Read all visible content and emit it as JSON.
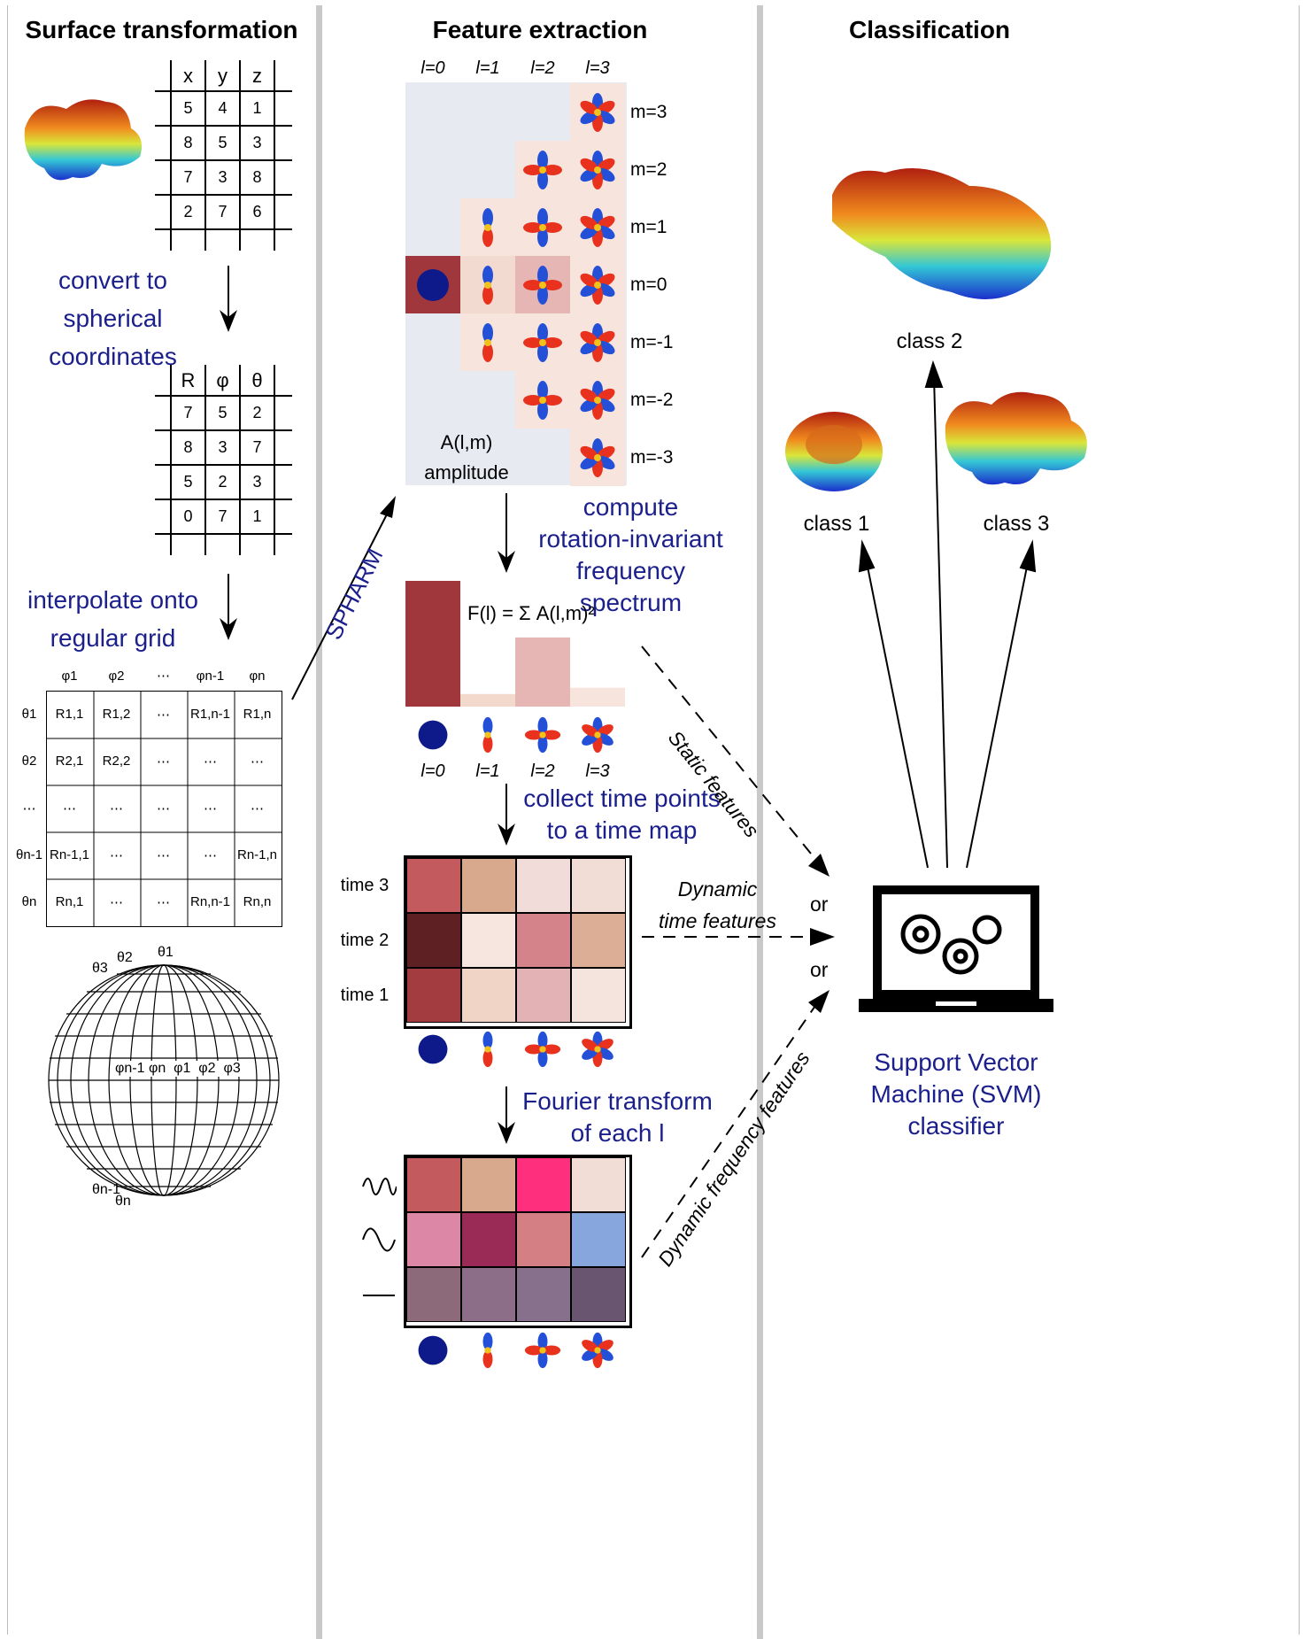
{
  "titles": {
    "surface": "Surface transformation",
    "feature": "Feature extraction",
    "classification": "Classification"
  },
  "surface": {
    "xyz_headers": [
      "x",
      "y",
      "z"
    ],
    "xyz_rows": [
      [
        "5",
        "4",
        "1"
      ],
      [
        "8",
        "5",
        "3"
      ],
      [
        "7",
        "3",
        "8"
      ],
      [
        "2",
        "7",
        "6"
      ]
    ],
    "convert_text": [
      "convert to",
      "spherical",
      "coordinates"
    ],
    "sph_headers": [
      "R",
      "φ",
      "θ"
    ],
    "sph_rows": [
      [
        "7",
        "5",
        "2"
      ],
      [
        "8",
        "3",
        "7"
      ],
      [
        "5",
        "2",
        "3"
      ],
      [
        "0",
        "7",
        "1"
      ]
    ],
    "interp_text": [
      "interpolate onto",
      "regular grid"
    ],
    "grid_col_headers": [
      "φ1",
      "φ2",
      "⋯",
      "φn-1",
      "φn"
    ],
    "grid_row_headers": [
      "θ1",
      "θ2",
      "⋯",
      "θn-1",
      "θn"
    ],
    "grid_cells": [
      [
        "R1,1",
        "R1,2",
        "⋯",
        "R1,n-1",
        "R1,n"
      ],
      [
        "R2,1",
        "R2,2",
        "⋯",
        "⋯",
        "⋯"
      ],
      [
        "⋯",
        "⋯",
        "⋯",
        "⋯",
        "⋯"
      ],
      [
        "Rn-1,1",
        "⋯",
        "⋯",
        "⋯",
        "Rn-1,n"
      ],
      [
        "Rn,1",
        "⋯",
        "⋯",
        "Rn,n-1",
        "Rn,n"
      ]
    ],
    "sphere_labels": {
      "theta1": "θ1",
      "theta2": "θ2",
      "theta3": "θ3",
      "thetan1": "θn-1",
      "thetan": "θn",
      "equator": "φn-1 φn  φ1  φ2  φ3"
    }
  },
  "spharm_label": "SPHARM",
  "feature": {
    "l_labels": [
      "l=0",
      "l=1",
      "l=2",
      "l=3"
    ],
    "m_labels": [
      "m=3",
      "m=2",
      "m=1",
      "m=0",
      "m=-1",
      "m=-2",
      "m=-3"
    ],
    "amp_label": [
      "A(l,m)",
      "amplitude"
    ],
    "compute_text": [
      "compute",
      "rotation-invariant",
      "frequency spectrum"
    ],
    "formula": "F(l) = Σ A(l,m)²",
    "spectrum_values": [
      1.0,
      0.1,
      0.55,
      0.15
    ],
    "collect_text": [
      "collect time points",
      "to a time map"
    ],
    "time_labels": [
      "time 3",
      "time 2",
      "time 1"
    ],
    "time_map_colors": [
      [
        "#c25a5e",
        "#d9a98e",
        "#f2dcd9",
        "#f2ddd6"
      ],
      [
        "#5f2024",
        "#f6e6df",
        "#d4838a",
        "#ddae96"
      ],
      [
        "#a33c41",
        "#f0d4c5",
        "#e2b2b5",
        "#f4e4dd"
      ]
    ],
    "fourier_text": [
      "Fourier transform",
      "of each l"
    ],
    "fourier_colors": [
      [
        "#c25a5e",
        "#d9a98e",
        "#fe2f7d",
        "#f2ddd6"
      ],
      [
        "#dc87a6",
        "#9a2b57",
        "#d47f83",
        "#87a6dd"
      ],
      [
        "#8d6a7a",
        "#8c6e88",
        "#87708c",
        "#6a5570"
      ]
    ]
  },
  "classification": {
    "class_labels": [
      "class 2",
      "class 1",
      "class 3"
    ],
    "static_features": "Static features",
    "dynamic_time": [
      "Dynamic",
      "time features"
    ],
    "dynamic_freq": "Dynamic frequency features",
    "or": "or",
    "svm_text": [
      "Support Vector",
      "Machine (SVM)",
      "classifier"
    ]
  },
  "colors": {
    "navy_text": "#1a1f8c",
    "dark_red": "#a0373c",
    "panel_bg": "#e8eaf2",
    "divider": "#c9c9c9"
  }
}
